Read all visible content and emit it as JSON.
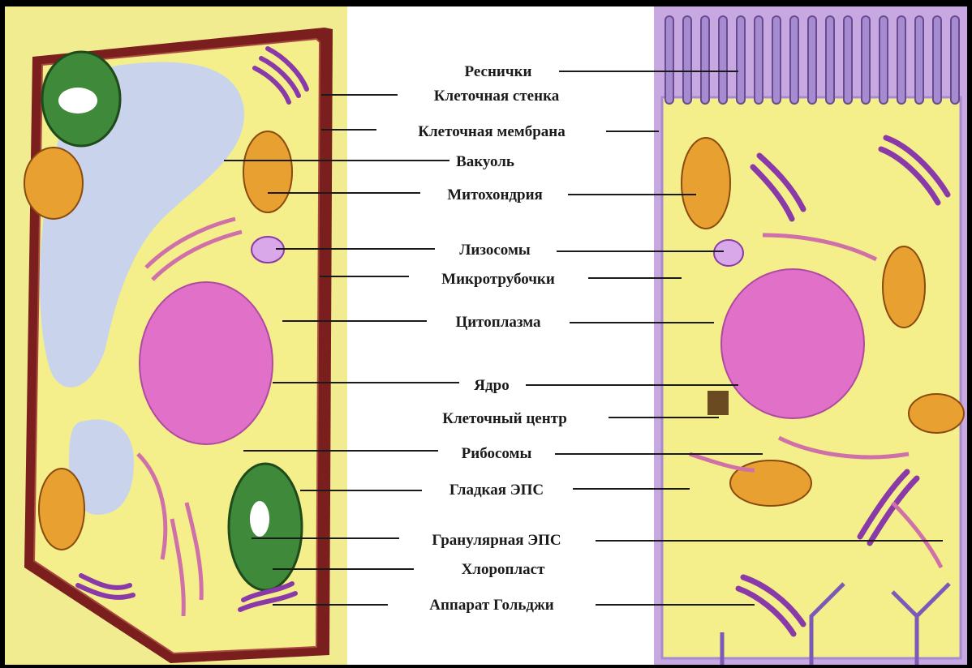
{
  "labels": [
    {
      "id": "cilia",
      "text": "Реснички"
    },
    {
      "id": "cell-wall",
      "text": "Клеточная стенка"
    },
    {
      "id": "cell-membrane",
      "text": "Клеточная мембрана"
    },
    {
      "id": "vacuole",
      "text": "Вакуоль"
    },
    {
      "id": "mitochondrion",
      "text": "Митохондрия"
    },
    {
      "id": "lysosomes",
      "text": "Лизосомы"
    },
    {
      "id": "microtubules",
      "text": "Микротрубочки"
    },
    {
      "id": "cytoplasm",
      "text": "Цитоплазма"
    },
    {
      "id": "nucleus",
      "text": "Ядро"
    },
    {
      "id": "cell-center",
      "text": "Клеточный центр"
    },
    {
      "id": "ribosomes",
      "text": "Рибосомы"
    },
    {
      "id": "smooth-er",
      "text": "Гладкая ЭПС"
    },
    {
      "id": "granular-er",
      "text": "Гранулярная ЭПС"
    },
    {
      "id": "chloroplast",
      "text": "Хлоропласт"
    },
    {
      "id": "golgi",
      "text": "Аппарат Гольджи"
    }
  ],
  "colors": {
    "cytoplasm": "#f4ef8a",
    "cell_wall": "#7a1e1e",
    "vacuole": "#c9d4ec",
    "nucleus": "#e070c8",
    "chloroplast": "#3f8a3a",
    "mitochondrion": "#e8a030",
    "golgi": "#8a3aa8",
    "membrane": "#a58bd0",
    "page": "#ffffff",
    "frame": "#000000"
  }
}
